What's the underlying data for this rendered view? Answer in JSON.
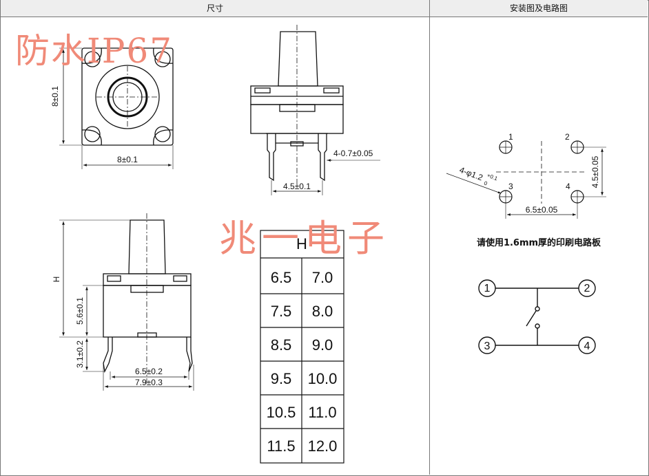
{
  "header": {
    "left_title": "尺寸",
    "right_title": "安装图及电路图"
  },
  "watermarks": {
    "top": "防水IP67",
    "middle": "兆一电子"
  },
  "dims": {
    "top_height": "8±0.1",
    "top_width": "8±0.1",
    "pin_width": "4-0.7±0.05",
    "pin_spacing": "4.5±0.1",
    "height_label": "H",
    "body_height": "5.6±0.1",
    "lead_length": "3.1±0.2",
    "inner_width": "6.5±0.2",
    "outer_width": "7.9±0.3"
  },
  "table": {
    "header": "H",
    "rows": [
      [
        "6.5",
        "7.0"
      ],
      [
        "7.5",
        "8.0"
      ],
      [
        "8.5",
        "9.0"
      ],
      [
        "9.5",
        "10.0"
      ],
      [
        "10.5",
        "11.0"
      ],
      [
        "11.5",
        "12.0"
      ]
    ]
  },
  "pcb": {
    "pins": [
      "1",
      "2",
      "3",
      "4"
    ],
    "hole_label": "4-φ1.2",
    "hole_tol_plus": "+0.1",
    "hole_tol_zero": "0",
    "v_dim": "4.5±0.05",
    "h_dim": "6.5±0.05",
    "note": "请使用1.6mm厚的印刷电路板"
  },
  "circuit": {
    "nodes": [
      "1",
      "2",
      "3",
      "4"
    ]
  },
  "colors": {
    "watermark": "#f08a78",
    "line": "#111111",
    "header_bg": "#eeeeee"
  }
}
